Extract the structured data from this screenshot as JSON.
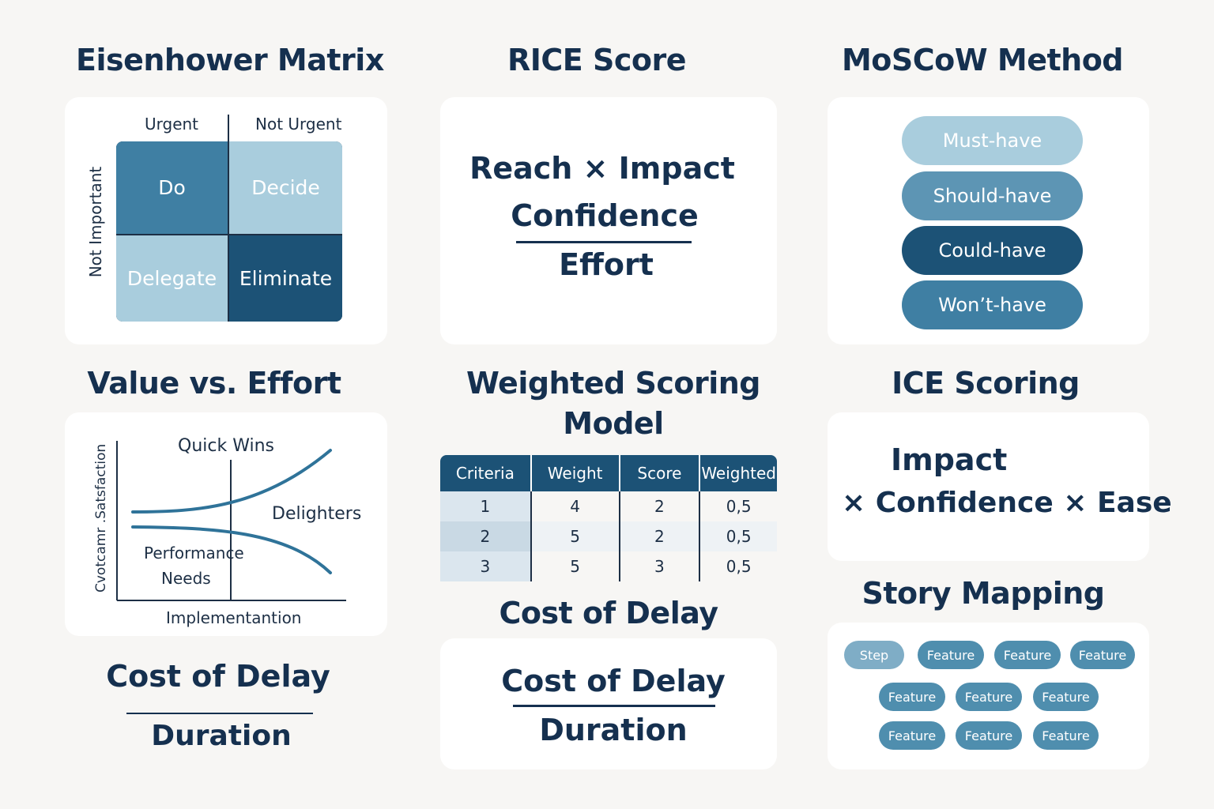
{
  "colors": {
    "background": "#f7f6f4",
    "navy": "#15304f",
    "dark_blue": "#1c5276",
    "mid_blue": "#3f7fa3",
    "steel_blue": "#5d95b4",
    "light_blue": "#a9cddd"
  },
  "eisenhower": {
    "title": "Eisenhower Matrix",
    "col_urgent": "Urgent",
    "col_not_urgent": "Not Urgent",
    "row_label": "Not  Important",
    "quadrants": {
      "do": "Do",
      "decide": "Decide",
      "delegate": "Delegate",
      "eliminate": "Eliminate"
    }
  },
  "rice": {
    "title": "RICE Score",
    "numerator_line1": "Reach × Impact",
    "numerator_line2": "Confidence",
    "denominator": "Effort"
  },
  "moscow": {
    "title": "MoSCoW Method",
    "items": [
      "Must-have",
      "Should-have",
      "Could-have",
      "Won’t-have"
    ]
  },
  "value_effort": {
    "title": "Value vs. Effort",
    "y_label": "Cvotcamr .Satsfaction",
    "x_label": "Implementantion",
    "quick_wins": "Quick Wins",
    "delighters": "Delighters",
    "performance": "Performance",
    "needs": "Needs"
  },
  "weighted": {
    "title_line1": "Weighted Scoring",
    "title_line2": "Model",
    "headers": [
      "Criteria",
      "Weight",
      "Score",
      "Weighted"
    ],
    "rows": [
      [
        "1",
        "4",
        "2",
        "0,5"
      ],
      [
        "2",
        "5",
        "2",
        "0,5"
      ],
      [
        "3",
        "5",
        "3",
        "0,5"
      ]
    ]
  },
  "ice": {
    "title": "ICE Scoring",
    "line1": "Impact",
    "line2": "× Confidence × Ease"
  },
  "cod_left": {
    "title": "Cost of Delay",
    "denominator": "Duration"
  },
  "cod_middle": {
    "title": "Cost of Delay",
    "numerator": "Cost of Delay",
    "denominator": "Duration"
  },
  "story": {
    "title": "Story Mapping",
    "row1": [
      "Step",
      "Feature",
      "Feature",
      "Feature"
    ],
    "row2": [
      "Feature",
      "Feature",
      "Feature"
    ],
    "row3": [
      "Feature",
      "Feature",
      "Feature"
    ]
  }
}
